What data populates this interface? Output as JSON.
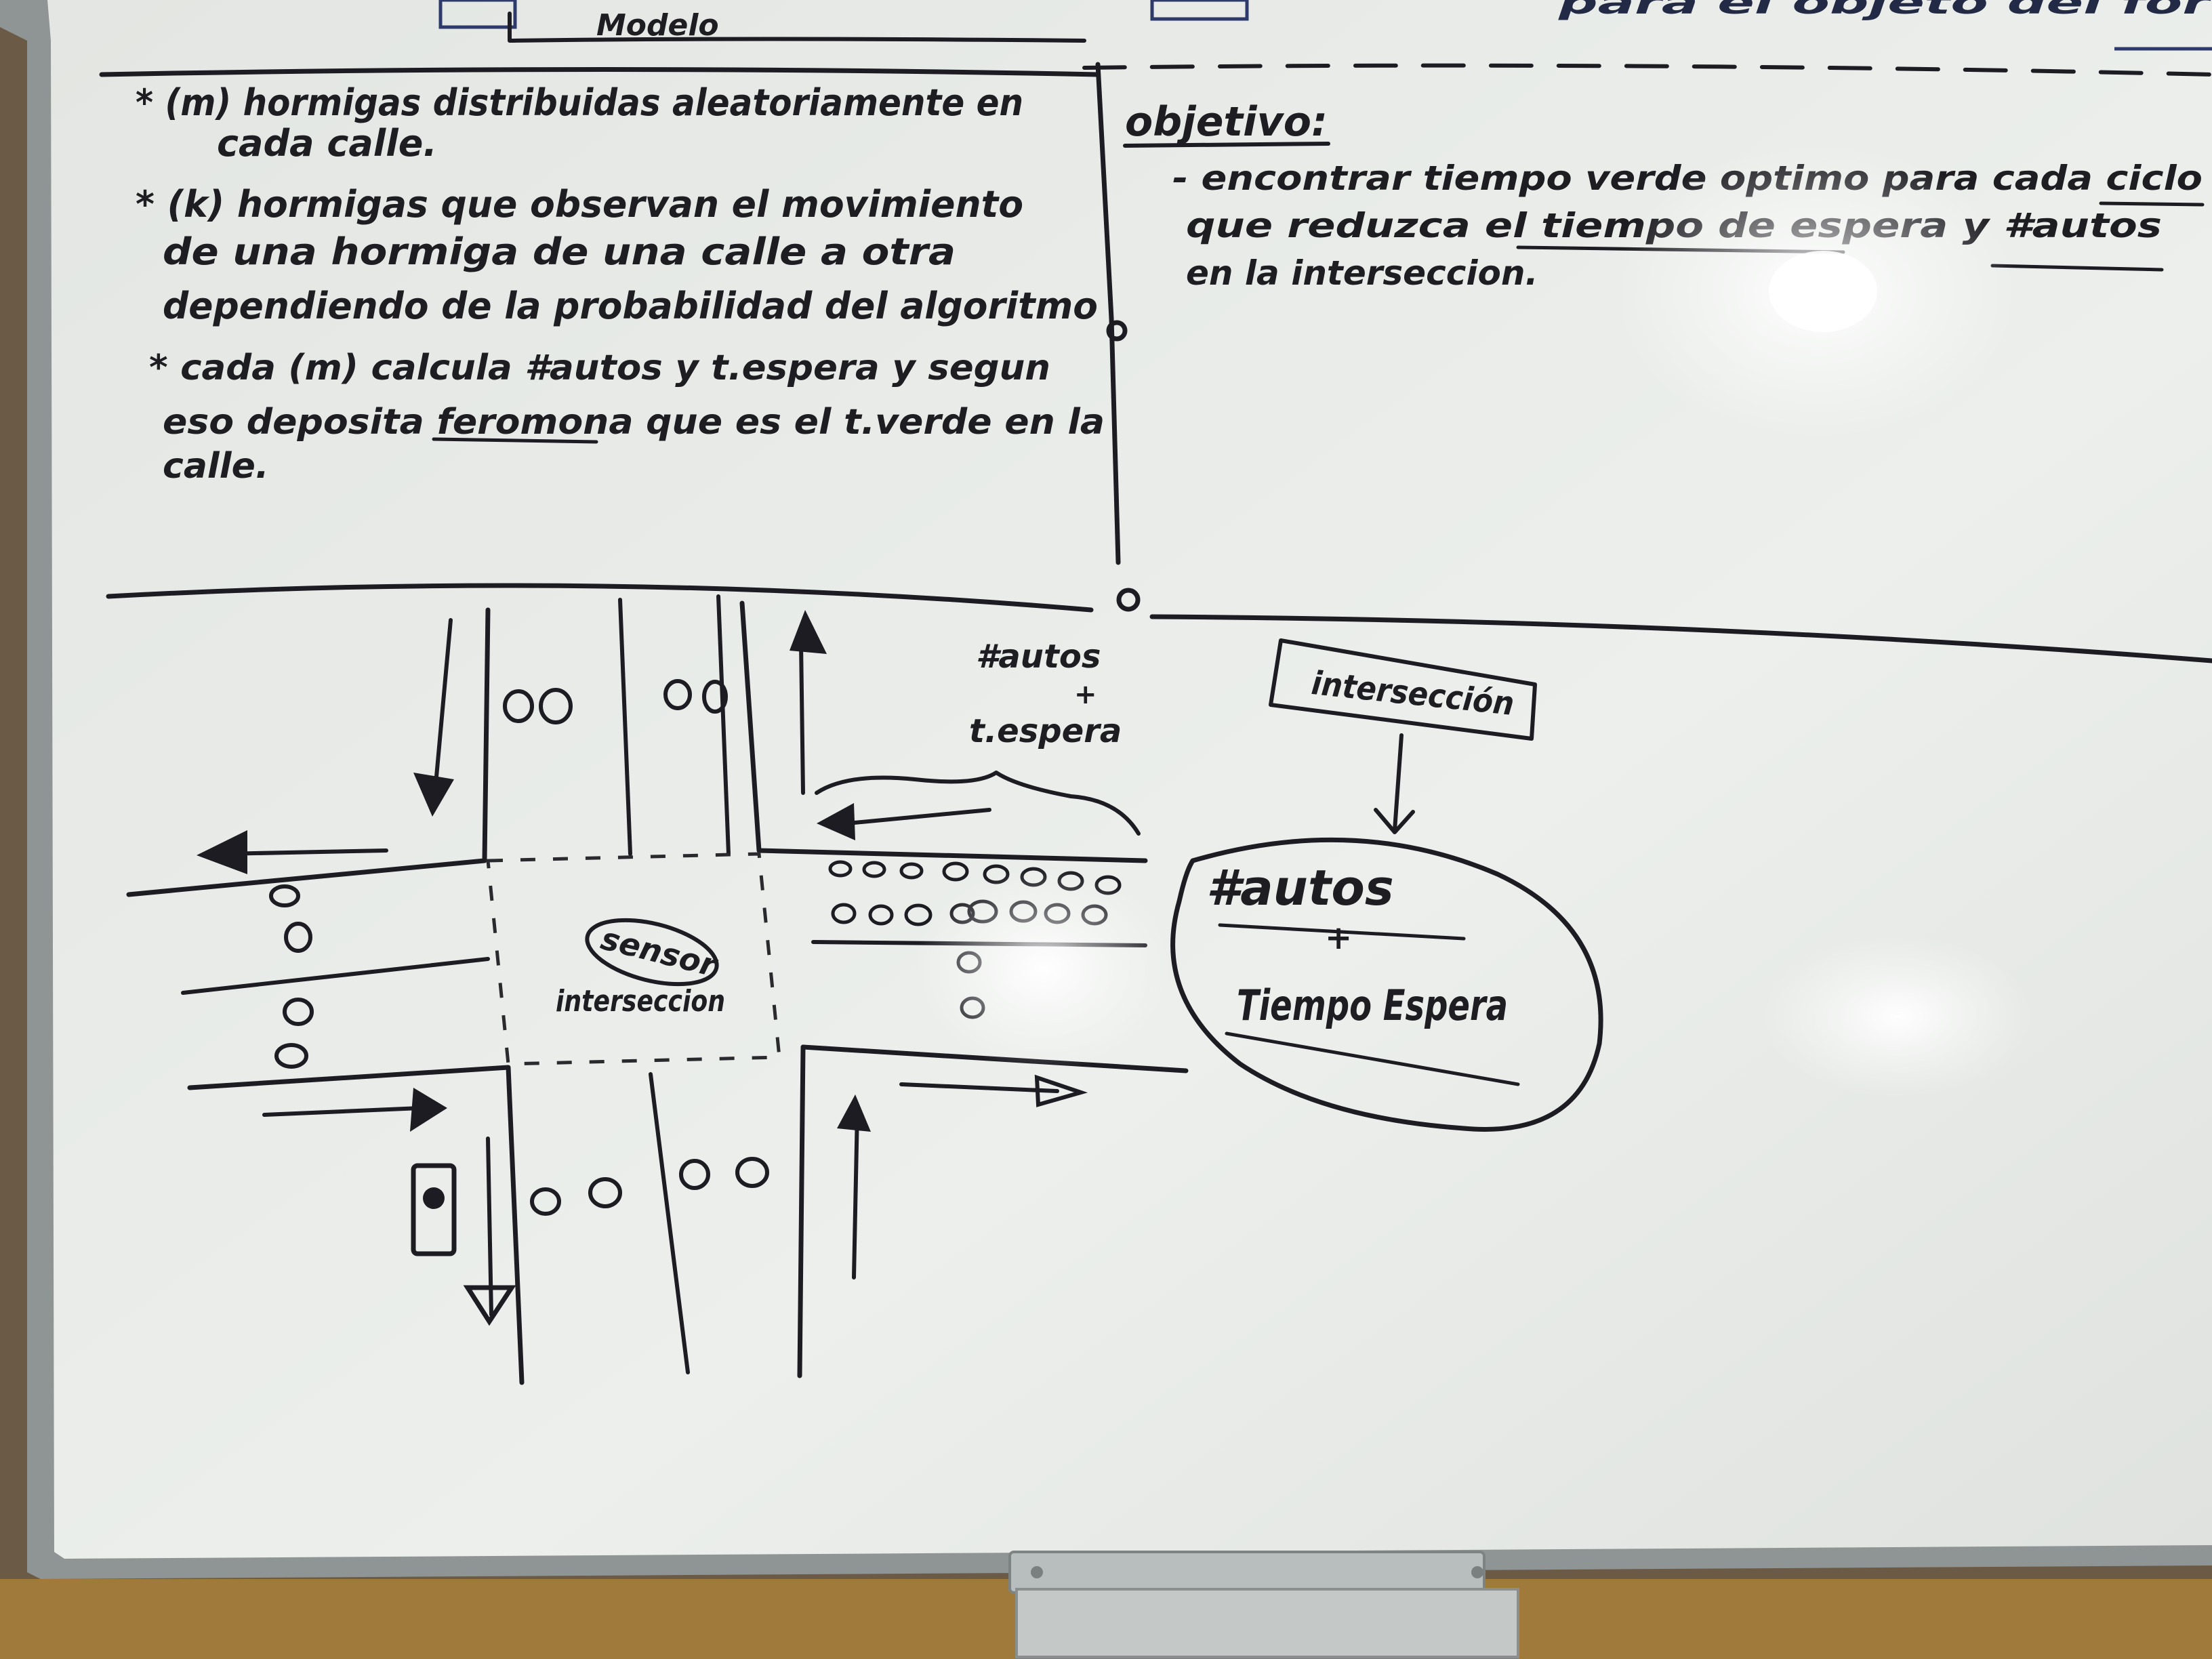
{
  "board": {
    "top_left": {
      "tab_label": "Modelo",
      "lines": [
        "* (m) hormigas distribuidas aleatoriamente en",
        "cada calle.",
        "* (k) hormigas que observan el movimiento",
        "de una hormiga de una calle a otra",
        "dependiendo de la probabilidad del algoritmo",
        "* cada (m) calcula #autos y t.espera y segun",
        "eso deposita feromona que es el t.verde en la",
        "calle."
      ],
      "underlined": "feromona"
    },
    "top_right": {
      "header_fragment": "para el objeto del for",
      "heading": "objetivo:",
      "lines": [
        "- encontrar tiempo verde optimo para cada ciclo",
        "que reduzca el tiempo de espera y #autos",
        "en la interseccion."
      ]
    },
    "diagram": {
      "annotation_top": [
        "#autos",
        "+",
        "t.espera"
      ],
      "center_label": [
        "sensor",
        "interseccion"
      ],
      "callout_label": "intersección",
      "ellipse_lines": [
        "#autos",
        "+",
        "Tiempo Espera"
      ]
    }
  },
  "colors": {
    "whiteboard": "#e9ecea",
    "ink": "#1c1c22",
    "ink_blue": "#232a45",
    "frame": "#8f9594",
    "wall": "#6b5a45"
  }
}
